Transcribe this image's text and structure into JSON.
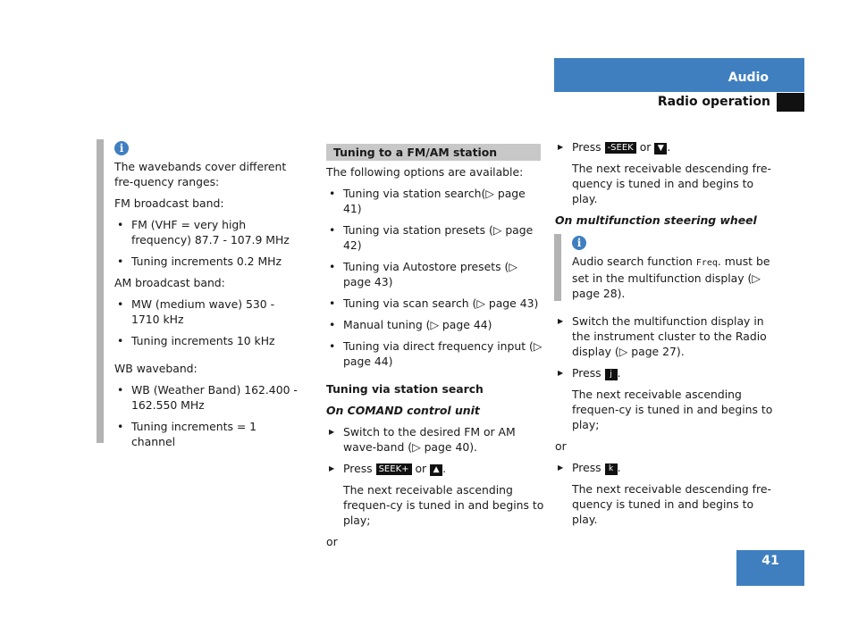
{
  "header": {
    "section": "Audio",
    "subsection": "Radio operation"
  },
  "page_number": "41",
  "left_note": {
    "intro": "The wavebands cover different fre-quency ranges:",
    "fm_label": "FM broadcast band:",
    "fm_items": [
      "FM (VHF = very high frequency) 87.7 - 107.9 MHz",
      "Tuning increments 0.2 MHz"
    ],
    "am_label": "AM broadcast band:",
    "am_items": [
      "MW (medium wave) 530 - 1710 kHz",
      "Tuning increments 10 kHz"
    ],
    "wb_label": "WB waveband:",
    "wb_items": [
      "WB (Weather Band) 162.400 - 162.550 MHz",
      "Tuning increments = 1 channel"
    ]
  },
  "middle": {
    "section_title": "Tuning to a FM/AM station",
    "options_intro": "The following options are available:",
    "options": [
      "Tuning via station search(▷ page 41)",
      "Tuning via station presets (▷ page 42)",
      "Tuning via Autostore presets (▷ page 43)",
      "Tuning via scan search (▷ page 43)",
      "Manual tuning (▷ page 44)",
      "Tuning via direct frequency input (▷ page 44)"
    ],
    "subheading": "Tuning via station search",
    "context": "On COMAND control unit",
    "step1": "Switch to the desired FM or AM wave-band (▷ page 40).",
    "step2_pre": "Press",
    "step2_key": "SEEK+",
    "step2_or": "or",
    "step2_arrow": "▲",
    "step2_post": ".",
    "step2_result": "The next receivable ascending frequen-cy is tuned in and begins to play;",
    "or": "or"
  },
  "right": {
    "step1_pre": "Press",
    "step1_key": "-SEEK",
    "step1_or": "or",
    "step1_arrow": "▼",
    "step1_post": ".",
    "step1_result": "The next receivable descending fre-quency is tuned in and begins to play.",
    "context": "On multifunction steering wheel",
    "note_pre": "Audio search function",
    "note_code": "Freq",
    "note_post": ". must be set in the multifunction display (▷ page 28).",
    "step2": "Switch the multifunction display in the instrument cluster to the Radio display (▷ page 27).",
    "step3_pre": "Press",
    "step3_key": "j",
    "step3_post": ".",
    "step3_result": "The next receivable ascending frequen-cy is tuned in and begins to play;",
    "or": "or",
    "step4_pre": "Press",
    "step4_key": "k",
    "step4_post": ".",
    "step4_result": "The next receivable descending fre-quency is tuned in and begins to play."
  }
}
